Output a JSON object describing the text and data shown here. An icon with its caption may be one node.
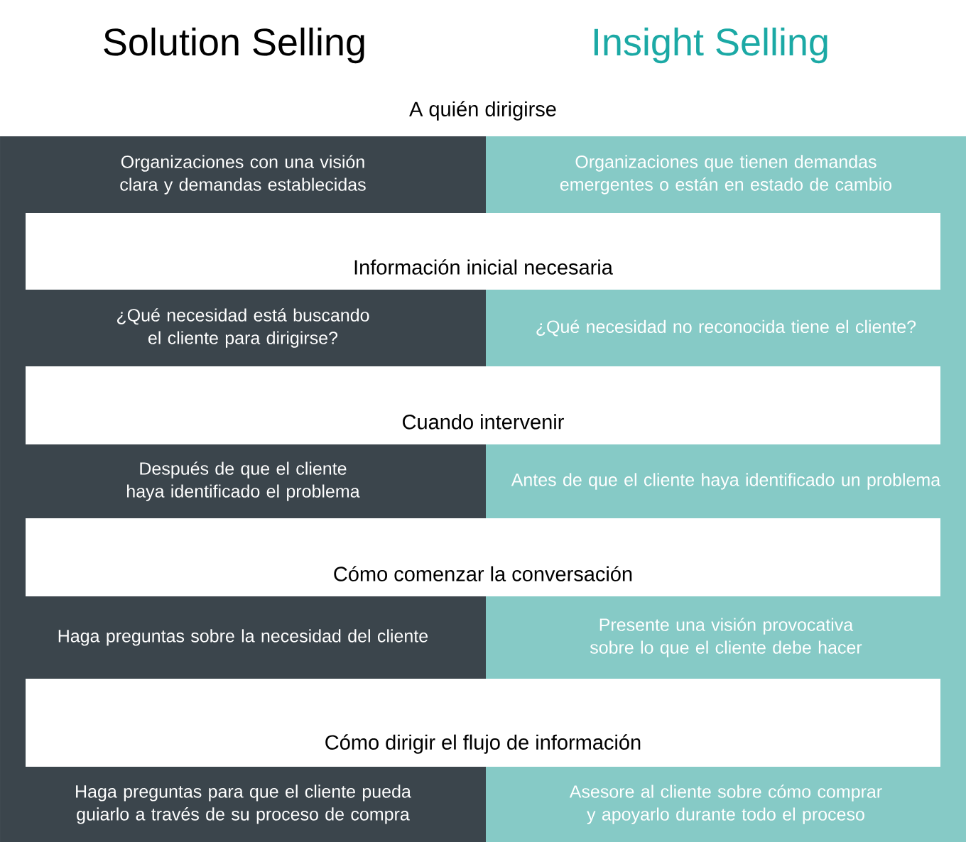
{
  "diagram": {
    "nodes": [
      {
        "text": [
          "A quién dirigirse"
        ]
      },
      {
        "text": [
          "Organizaciones con una visión clara y demandas establecidas"
        ]
      },
      {
        "text": [
          "Organizaciones que tienen demandas emergentes o están en estado de cambio"
        ]
      },
      {
        "text": [
          "Información inicial necesaria"
        ]
      },
      {
        "text": [
          "¿Qué necesidad está buscando el cliente para dirigirse?"
        ]
      },
      {
        "text": [
          "¿Qué necesidad no reconocida tiene el cliente?"
        ]
      },
      {
        "text": [
          "Cuando intervenir"
        ]
      },
      {
        "text": [
          "Después de que el cliente haya identificado el problema"
        ]
      },
      {
        "text": [
          "Antes de que el cliente haya identificado un problema"
        ]
      },
      {
        "text": [
          "Cómo comenzar la conversación"
        ]
      },
      {
        "text": [
          "Haga preguntas sobre la necesidad del cliente"
        ]
      },
      {
        "text": [
          "Presente una visión provocativa sobre lo que el cliente debe hacer"
        ]
      },
      {
        "text": [
          "Cómo dirigir el flujo de información"
        ]
      },
      {
        "text": [
          "Haga preguntas para que el cliente pueda guiarlo a través de su proceso de compra"
        ]
      },
      {
        "text": [
          "Asesore al cliente sobre cómo comprar y apoyarlo durante todo el proceso"
        ]
      }
    ],
    "labels": [
      "Solution Selling",
      "Insight Selling"
    ]
  }
}
